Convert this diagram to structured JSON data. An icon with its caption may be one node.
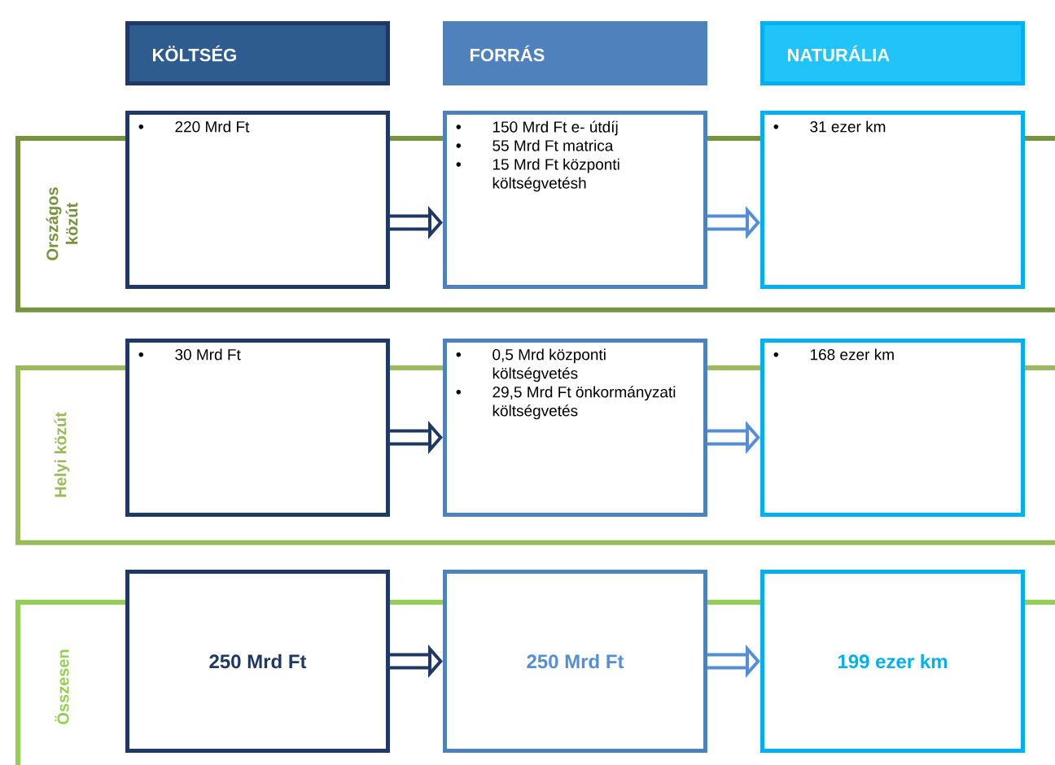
{
  "diagram": {
    "nodes": [
      {
        "text": [
          "KÖLTSÉG"
        ]
      },
      {
        "text": [
          "FORRÁS"
        ]
      },
      {
        "text": [
          "NATURÁLIA"
        ]
      },
      {
        "text": [
          "Országos közút"
        ]
      },
      {
        "text": [
          "220 Mrd Ft"
        ]
      },
      {
        "text": [
          "150 Mrd Ft e- útdíj",
          "55 Mrd Ft matrica",
          "15 Mrd Ft központi költségvetésh"
        ]
      },
      {
        "text": [
          "31 ezer km"
        ]
      },
      {
        "text": [
          "Helyi közút"
        ]
      },
      {
        "text": [
          "30 Mrd Ft"
        ]
      },
      {
        "text": [
          "0,5 Mrd központi költségvetés",
          "29,5 Mrd Ft önkormányzati költségvetés"
        ]
      },
      {
        "text": [
          "168 ezer km"
        ]
      },
      {
        "text": [
          "Összesen"
        ]
      },
      {
        "text": [
          "250 Mrd Ft"
        ]
      },
      {
        "text": [
          "250 Mrd Ft"
        ]
      },
      {
        "text": [
          "199 ezer km"
        ]
      }
    ],
    "edges": [
      {
        "from": 4,
        "to": 5,
        "arrow": "to",
        "color": "#1f3864"
      },
      {
        "from": 5,
        "to": 6,
        "arrow": "to",
        "color": "#558ed5"
      },
      {
        "from": 8,
        "to": 9,
        "arrow": "to",
        "color": "#1f3864"
      },
      {
        "from": 9,
        "to": 10,
        "arrow": "to",
        "color": "#558ed5"
      },
      {
        "from": 12,
        "to": 13,
        "arrow": "to",
        "color": "#1f3864"
      },
      {
        "from": 13,
        "to": 14,
        "arrow": "to",
        "color": "#558ed5"
      }
    ]
  }
}
